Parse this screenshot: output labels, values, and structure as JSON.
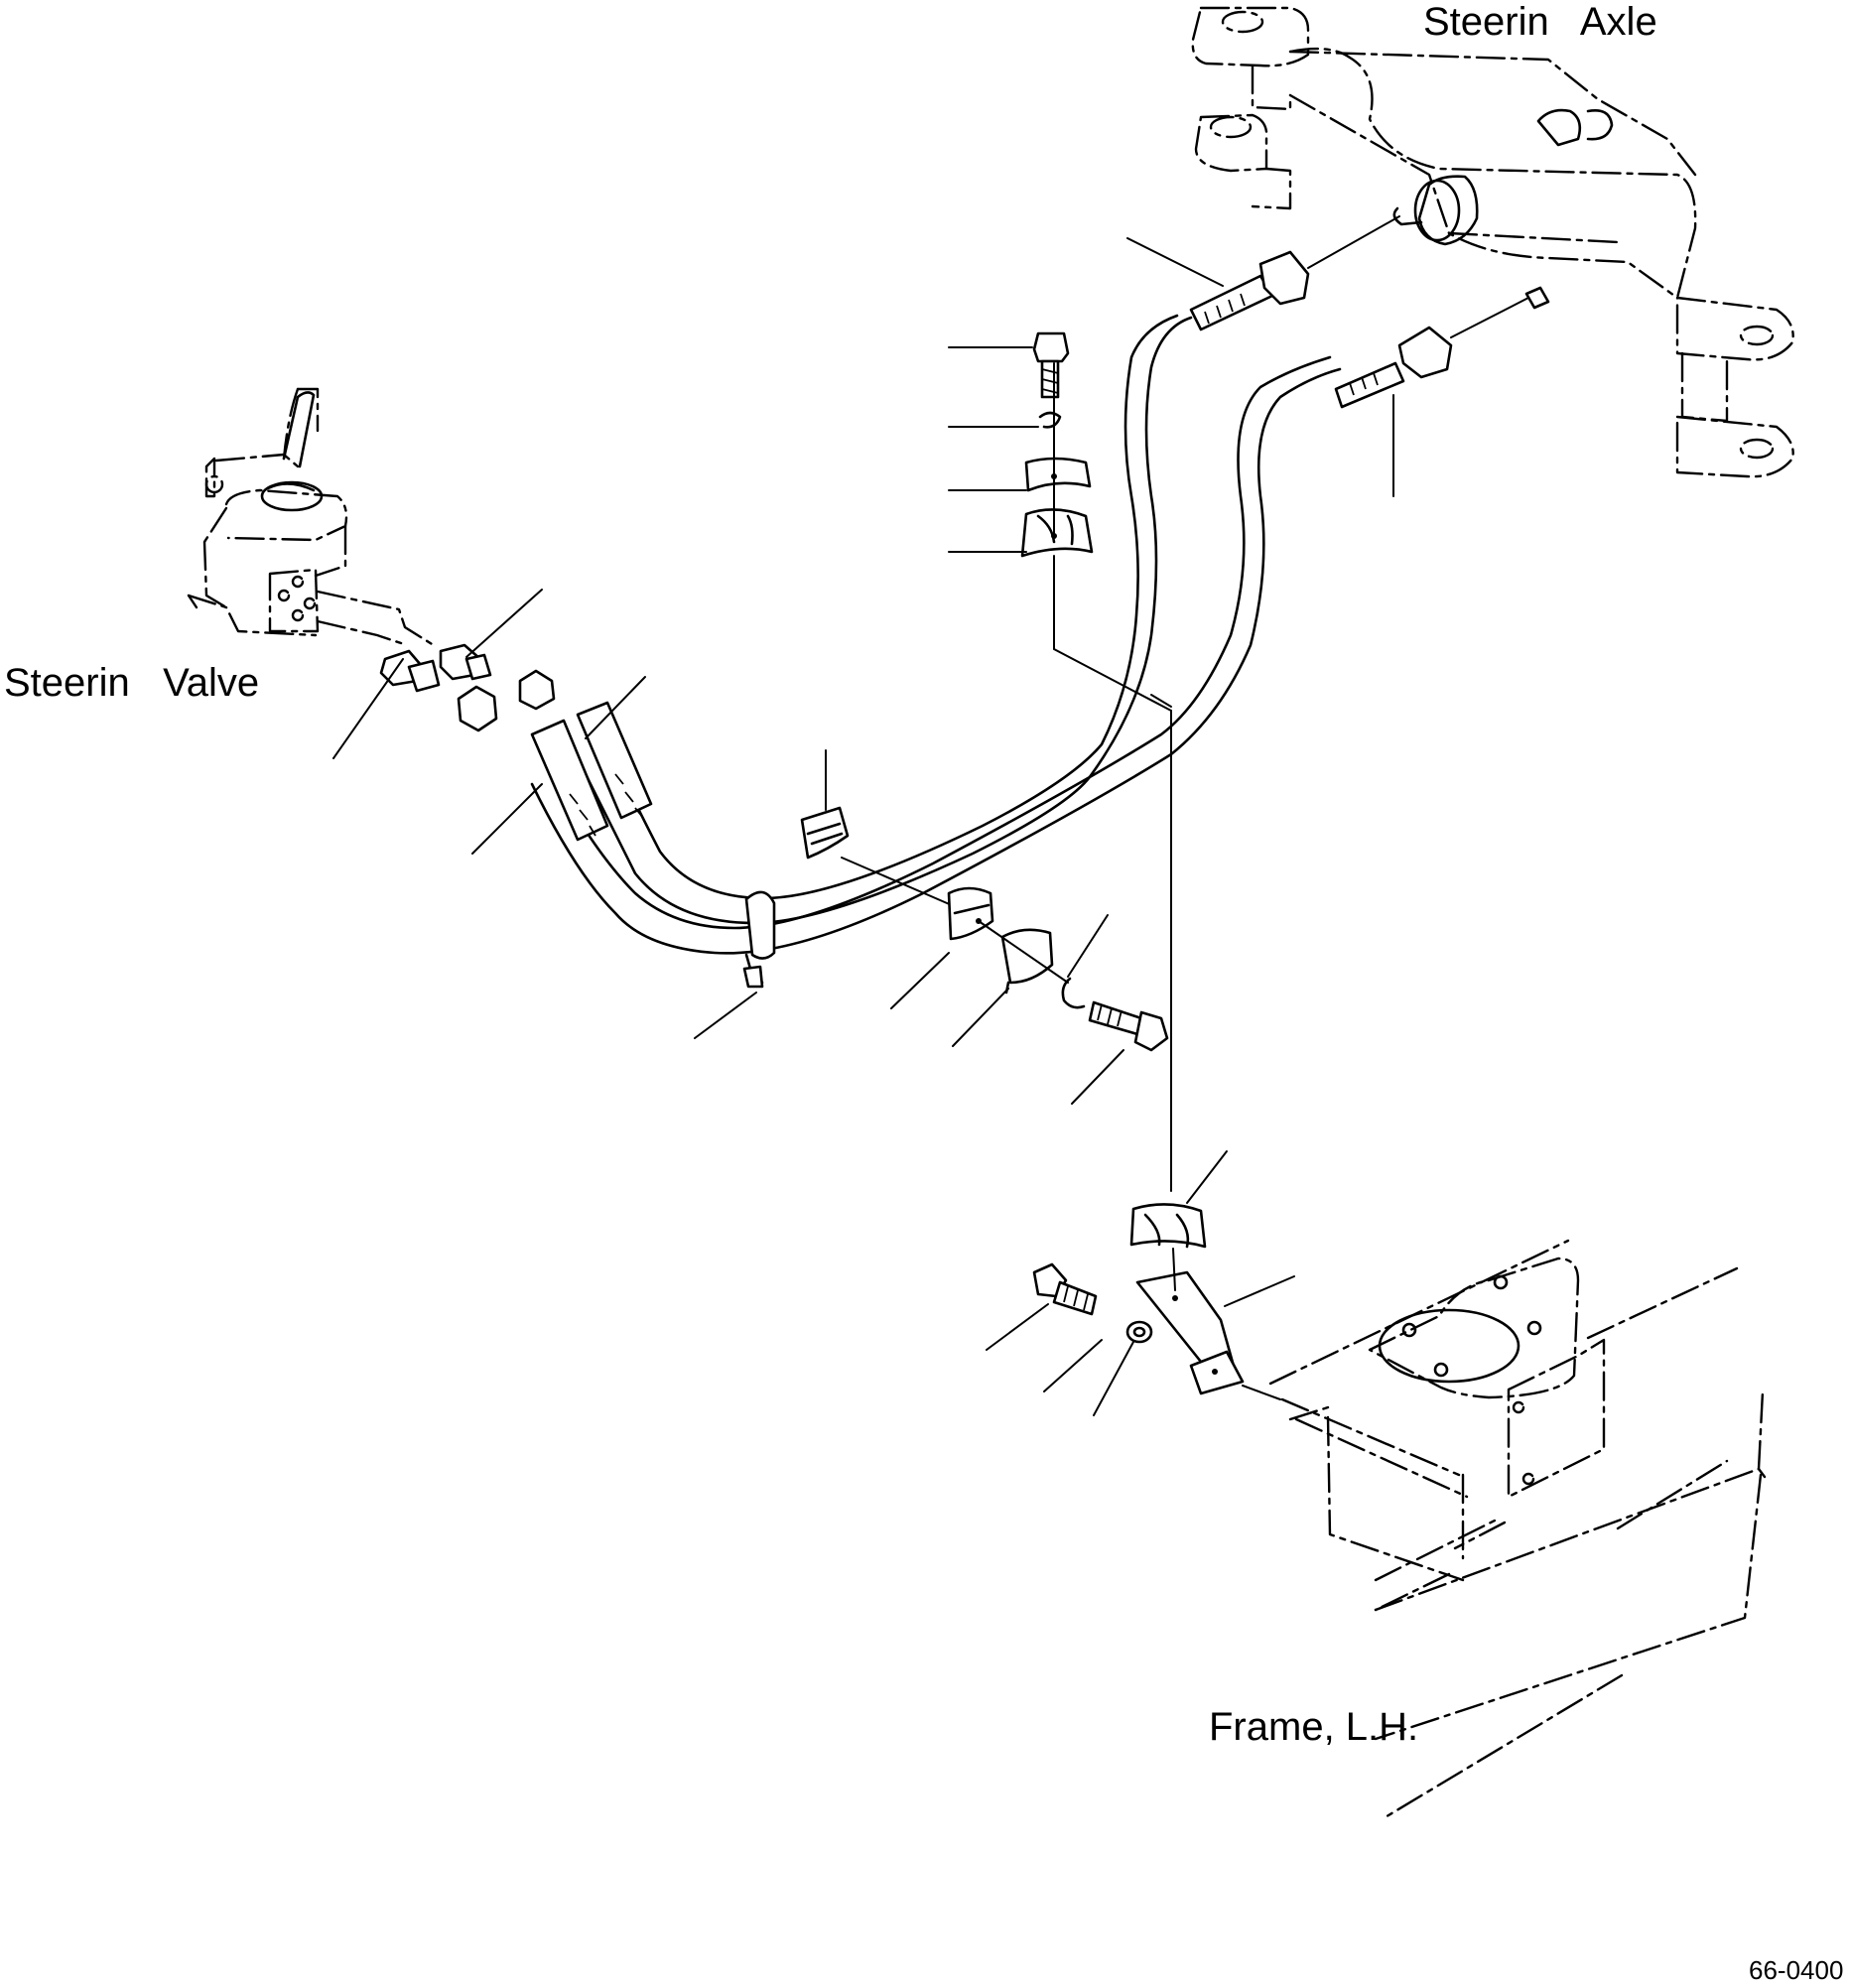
{
  "labels": {
    "steering_axle": "Steerin   Axle",
    "steering_valve": "Steerin   Valve",
    "frame_lh": "Frame, L.H.",
    "figure_code": "66-0400"
  }
}
